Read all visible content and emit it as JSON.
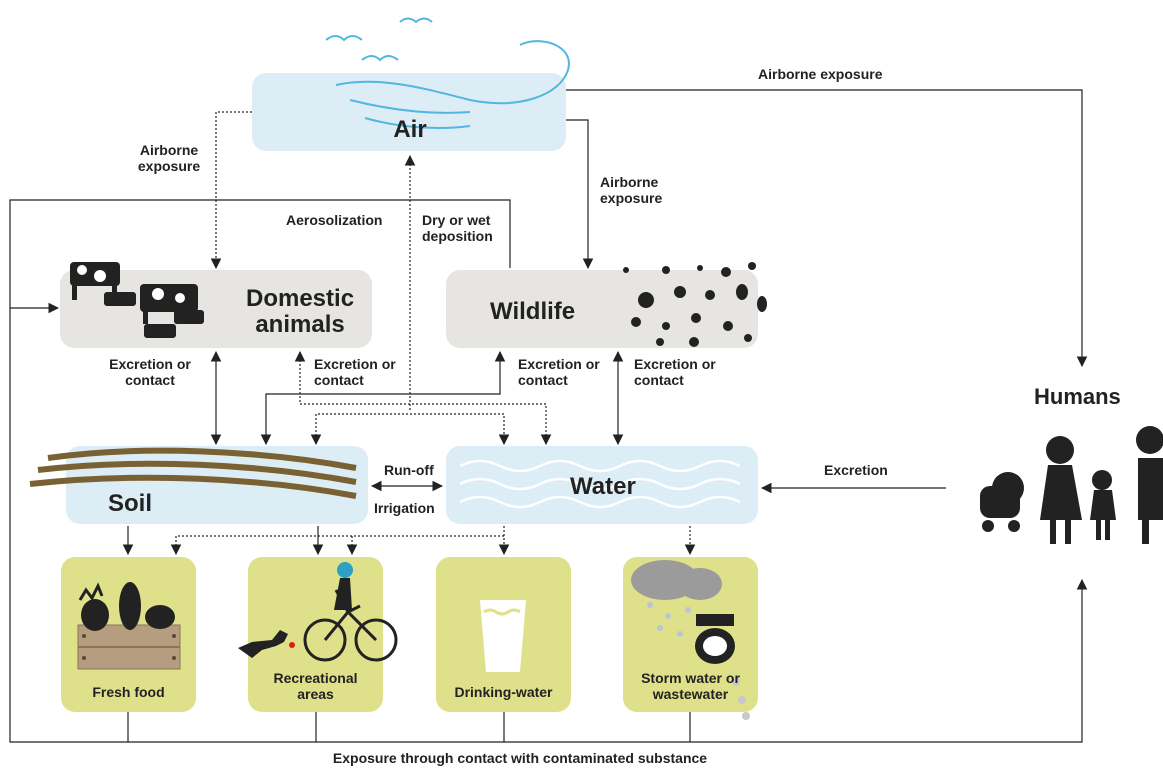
{
  "nodes": {
    "air": "Air",
    "domestic_animals_line1": "Domestic",
    "domestic_animals_line2": "animals",
    "wildlife": "Wildlife",
    "soil": "Soil",
    "water": "Water",
    "humans": "Humans",
    "fresh_food": "Fresh food",
    "recreational_line1": "Recreational",
    "recreational_line2": "areas",
    "drinking_water": "Drinking-water",
    "storm_line1": "Storm water or",
    "storm_line2": "wastewater"
  },
  "edges": {
    "airborne_exposure_top": "Airborne exposure",
    "airborne_left_1": "Airborne",
    "airborne_left_2": "exposure",
    "airborne_right_1": "Airborne",
    "airborne_right_2": "exposure",
    "aerosolization": "Aerosolization",
    "deposition_1": "Dry or wet",
    "deposition_2": "deposition",
    "excretion_contact_a_1": "Excretion or",
    "excretion_contact_a_2": "contact",
    "excretion_contact_b_1": "Excretion or",
    "excretion_contact_b_2": "contact",
    "excretion_contact_c_1": "Excretion or",
    "excretion_contact_c_2": "contact",
    "excretion_contact_d_1": "Excretion or",
    "excretion_contact_d_2": "contact",
    "runoff": "Run-off",
    "irrigation": "Irrigation",
    "excretion": "Excretion",
    "exposure_contact": "Exposure through contact with contaminated substance"
  },
  "colors": {
    "air_box": "#dcedf6",
    "water_box": "#dcedf6",
    "animal_box": "#e6e5e1",
    "exposure_box": "#dfe08a",
    "sky_blue": "#52b6e0",
    "soil_brown": "#7a6133",
    "line": "#222222"
  }
}
